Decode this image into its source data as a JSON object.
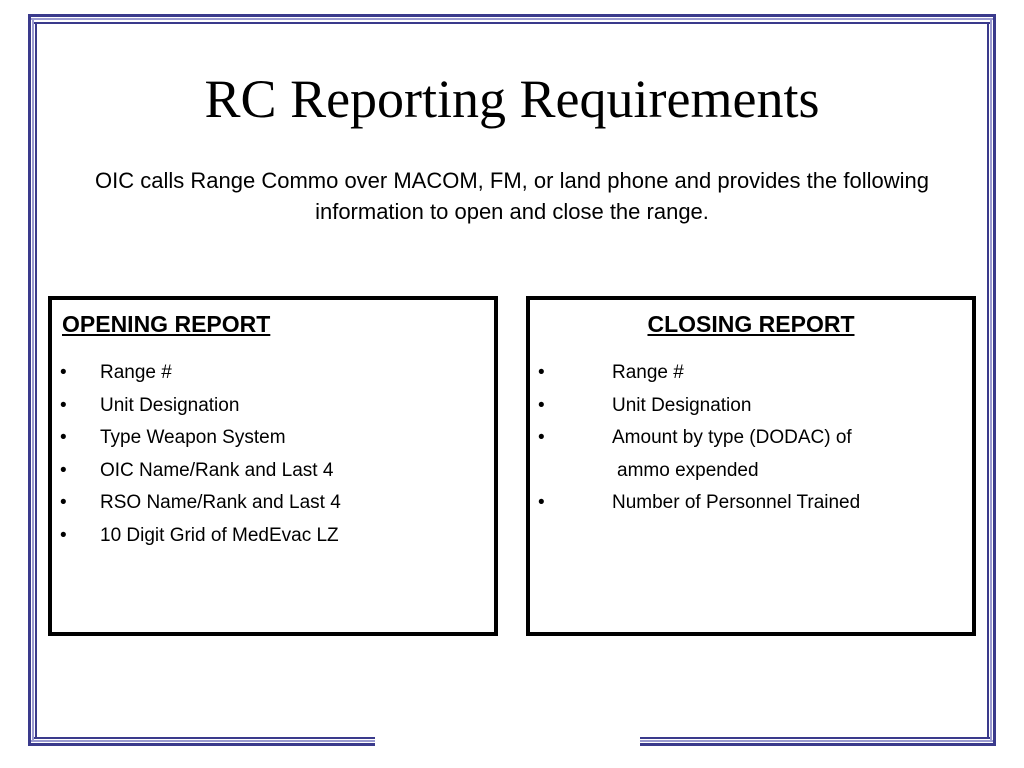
{
  "title": "RC Reporting Requirements",
  "subtitle": "OIC calls Range Commo over MACOM, FM, or land phone and provides the following information to open and close the range.",
  "opening_report": {
    "heading": "OPENING REPORT",
    "bullet": "•",
    "items": [
      "Range #",
      "Unit Designation",
      "Type Weapon System",
      "OIC Name/Rank and Last 4",
      "RSO Name/Rank and Last 4",
      "10 Digit Grid of MedEvac LZ"
    ]
  },
  "closing_report": {
    "heading": "CLOSING REPORT",
    "bullet": "•",
    "items": [
      "Range #",
      "Unit Designation",
      "Amount by type (DODAC) of",
      "ammo expended",
      "Number of Personnel Trained"
    ]
  },
  "colors": {
    "frame_dark": "#3a3a8c",
    "frame_light": "#9a9ad0",
    "text": "#000000",
    "background": "#ffffff"
  }
}
